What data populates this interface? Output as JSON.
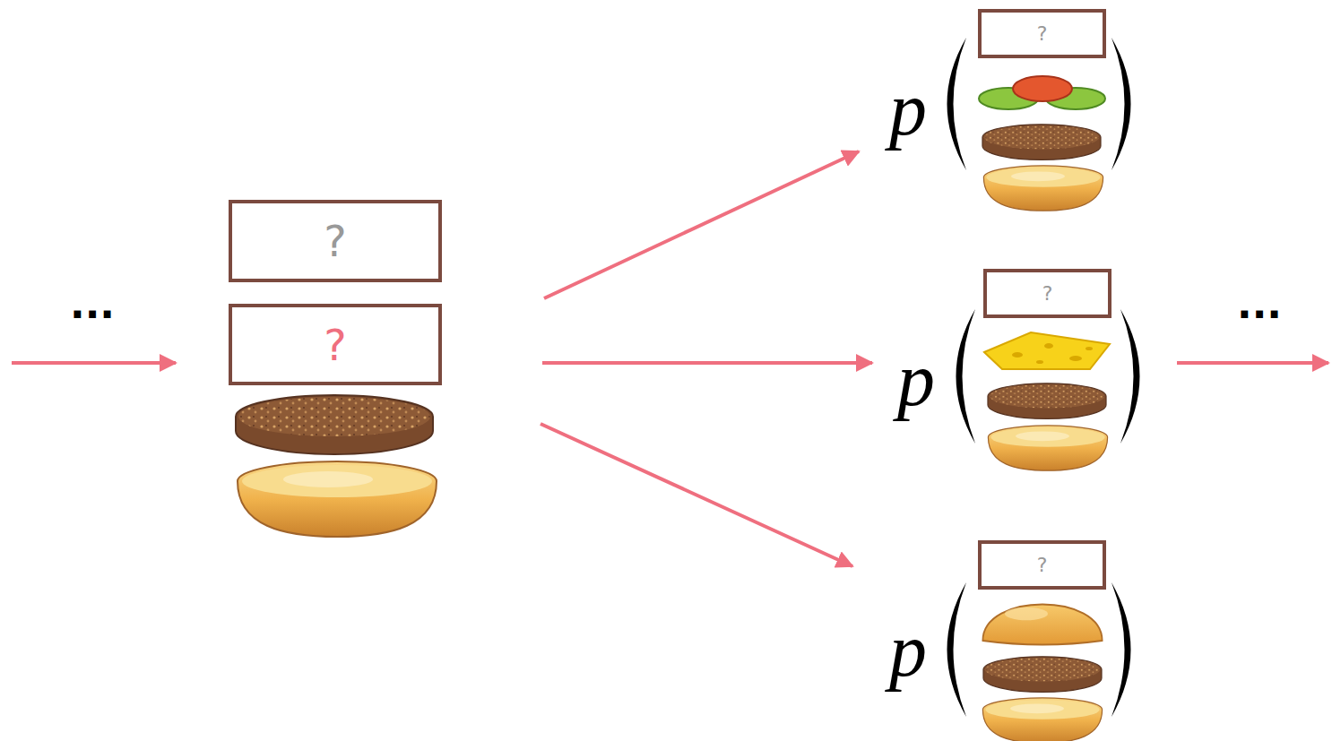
{
  "diagram": {
    "nodes": [
      {
        "text": [
          "?"
        ]
      },
      {
        "text": [
          "?"
        ]
      },
      {
        "text": [
          "?"
        ]
      },
      {
        "text": [
          "?"
        ]
      },
      {
        "text": [
          "?"
        ]
      }
    ],
    "labels": [
      "...",
      "p",
      "p",
      "p",
      "..."
    ]
  }
}
